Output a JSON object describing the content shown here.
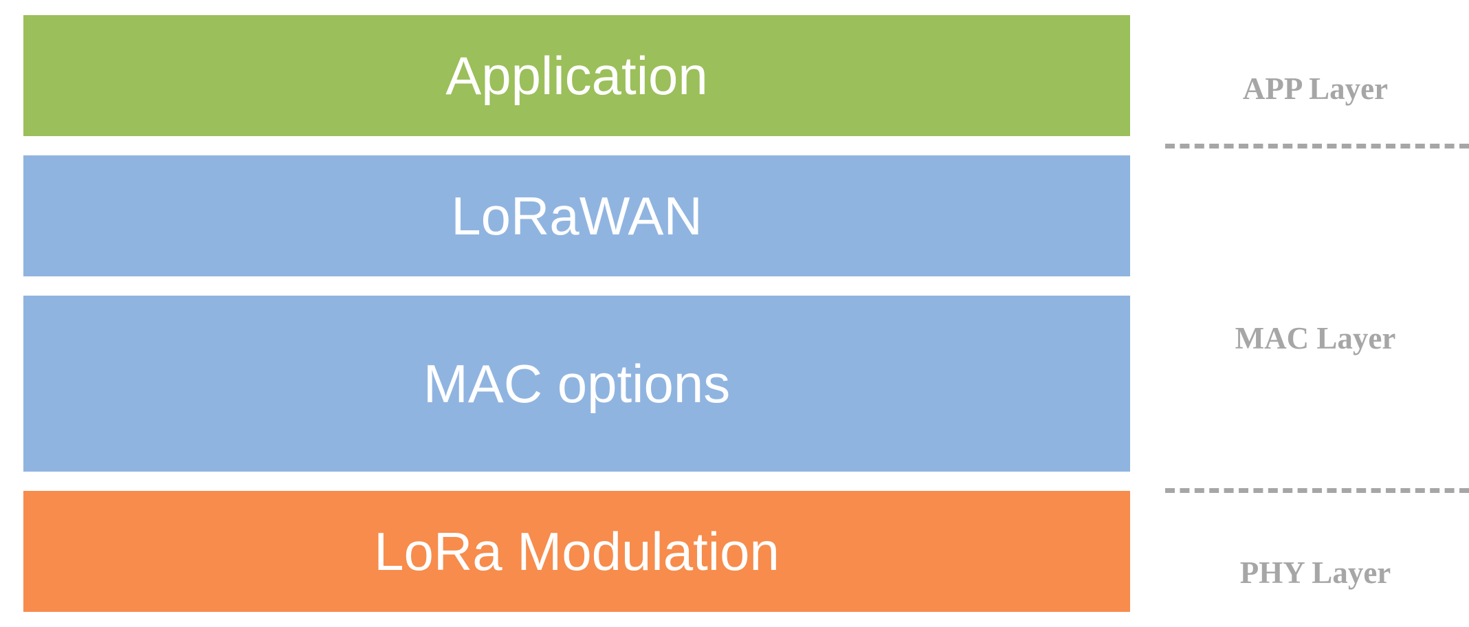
{
  "blocks": [
    {
      "label": "Application",
      "color": "#9bbf5a"
    },
    {
      "label": "LoRaWAN",
      "color": "#90b4e0"
    },
    {
      "label": "MAC options",
      "color": "#90b4e0"
    },
    {
      "label": "LoRa Modulation",
      "color": "#f78c4c"
    }
  ],
  "layers": {
    "app": "APP Layer",
    "mac": "MAC Layer",
    "phy": "PHY Layer"
  },
  "divider_color": "#a6a6a6",
  "label_color": "#a6a6a6"
}
